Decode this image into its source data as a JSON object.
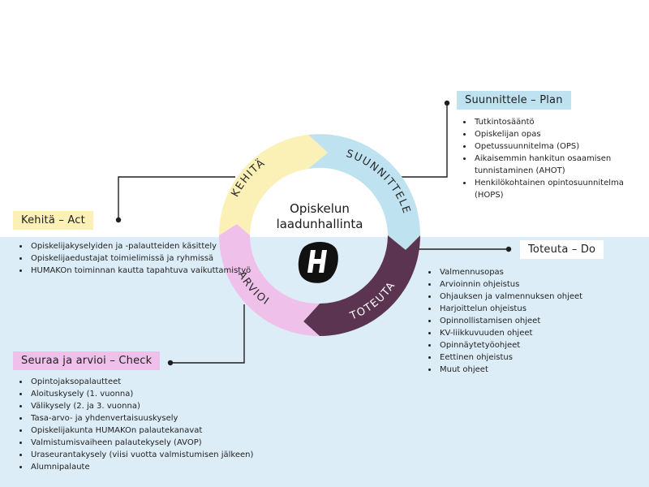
{
  "center": {
    "line1": "Opiskelun",
    "line2": "laadunhallinta"
  },
  "cycle": {
    "plan_label": "SUUNNITTELE",
    "do_label": "TOTEUTA",
    "check_label": "ARVIOI",
    "act_label": "KEHITÄ"
  },
  "colors": {
    "plan": "#bfe2f0",
    "do": "#5a3450",
    "check": "#efc0ea",
    "act": "#fbf1b6",
    "background_lower": "#dcedf7"
  },
  "plan": {
    "title": "Suunnittele – Plan",
    "items": [
      "Tutkintosääntö",
      "Opiskelijan opas",
      "Opetussuunnitelma (OPS)",
      "Aikaisemmin hankitun osaamisen tunnistaminen (AHOT)",
      "Henkilökohtainen opintosuunnitelma (HOPS)"
    ]
  },
  "act": {
    "title": "Kehitä – Act",
    "items": [
      "Opiskelijakyselyiden ja -palautteiden käsittely",
      "Opiskelijaedustajat toimielimissä ja ryhmissä",
      "HUMAKOn toiminnan kautta tapahtuva vaikuttamistyö"
    ]
  },
  "do": {
    "title": "Toteuta – Do",
    "items": [
      "Valmennusopas",
      "Arvioinnin ohjeistus",
      "Ohjauksen ja valmennuksen ohjeet",
      "Harjoittelun ohjeistus",
      "Opinnollistamisen ohjeet",
      "KV-liikkuvuuden ohjeet",
      "Opinnäytetyöohjeet",
      "Eettinen ohjeistus",
      "Muut ohjeet"
    ]
  },
  "check": {
    "title": "Seuraa ja arvioi – Check",
    "items": [
      "Opintojaksopalautteet",
      "Aloituskysely (1. vuonna)",
      "Välikysely (2. ja 3. vuonna)",
      "Tasa-arvo- ja yhdenvertaisuuskysely",
      "Opiskelijakunta HUMAKOn palautekanavat",
      "Valmistumisvaiheen palautekysely (AVOP)",
      "Uraseurantakysely (viisi vuotta valmistumisen jälkeen)",
      "Alumnipalaute"
    ]
  }
}
